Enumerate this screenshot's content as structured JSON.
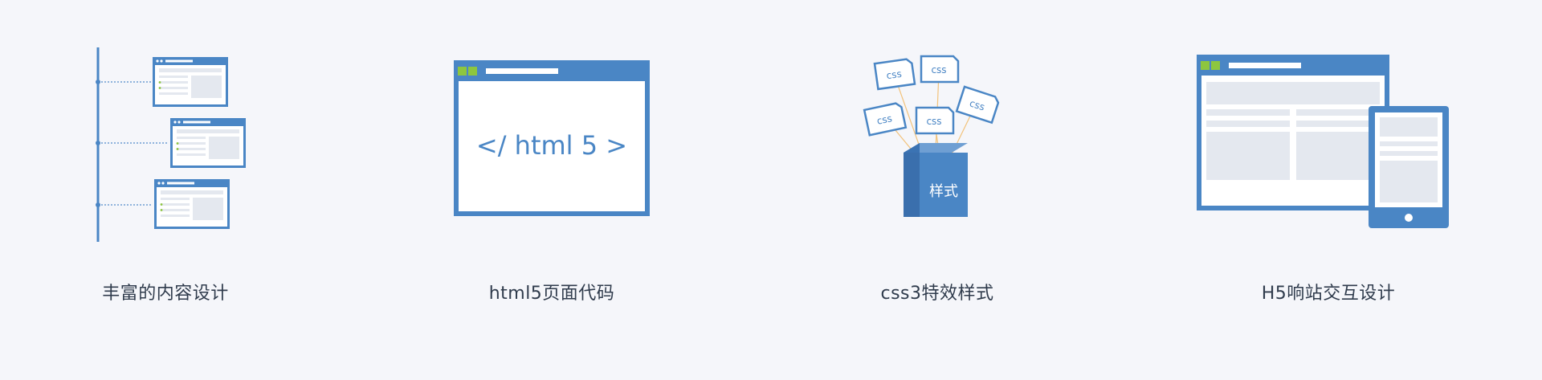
{
  "features": [
    {
      "icon": "content-timeline-icon",
      "label": "丰富的内容设计"
    },
    {
      "icon": "html5-browser-icon",
      "label": "html5页面代码",
      "code_text": "</ html 5 >"
    },
    {
      "icon": "css3-styles-cube-icon",
      "label": "css3特效样式",
      "tag_text": "css",
      "cube_text": "样式"
    },
    {
      "icon": "responsive-devices-icon",
      "label": "H5响站交互设计"
    }
  ],
  "colors": {
    "blue": "#4a86c5",
    "light_blue": "#6f9fd3",
    "green": "#8dc63f",
    "panel": "#e4e8ef",
    "caption": "#2f3b4c",
    "background": "#f5f6fa"
  }
}
